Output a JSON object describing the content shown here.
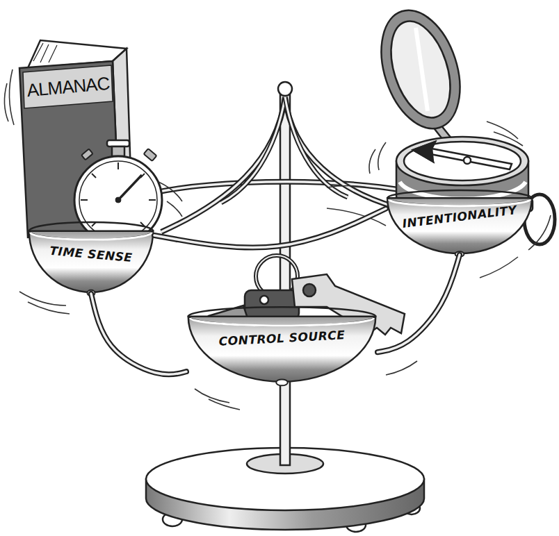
{
  "diagram": {
    "nodes": [
      {
        "text": [
          "TIME SENSE"
        ]
      },
      {
        "text": [
          "INTENTIONALITY"
        ]
      },
      {
        "text": [
          "CONTROL SOURCE"
        ]
      }
    ],
    "edges": [
      {
        "from": 0,
        "to": 1,
        "arrow": "none"
      },
      {
        "from": 0,
        "to": 2,
        "arrow": "none"
      },
      {
        "from": 1,
        "to": 2,
        "arrow": "none"
      }
    ],
    "labels": [
      "ALMANAC"
    ]
  }
}
